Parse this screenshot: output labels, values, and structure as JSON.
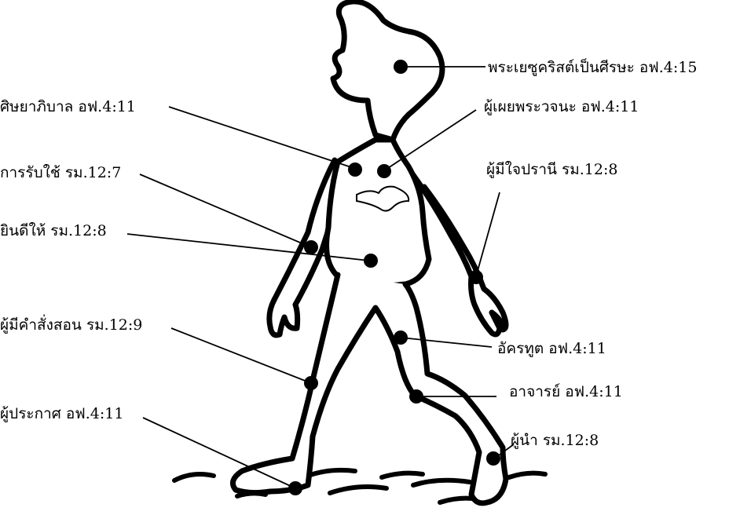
{
  "figure": {
    "labels": [
      {
        "id": "head",
        "text": "พระเยซูคริสต์เป็นศีรษะ อฟ.4:15"
      },
      {
        "id": "pastor",
        "text": "ศิษยาภิบาล อฟ.4:11"
      },
      {
        "id": "prophet",
        "text": "ผู้เผยพระวจนะ อฟ.4:11"
      },
      {
        "id": "serving",
        "text": "การรับใช้ รม.12:7"
      },
      {
        "id": "mercy",
        "text": "ผู้มีใจปรานี รม.12:8"
      },
      {
        "id": "giving",
        "text": "ยินดีให้ รม.12:8"
      },
      {
        "id": "teaching",
        "text": "ผู้มีคำสั่งสอน รม.12:9"
      },
      {
        "id": "apostle",
        "text": "อัครทูต อฟ.4:11"
      },
      {
        "id": "teacher",
        "text": "อาจารย์ อฟ.4:11"
      },
      {
        "id": "evangelist",
        "text": "ผู้ประกาศ อฟ.4:11"
      },
      {
        "id": "leader",
        "text": "ผู้นำ รม.12:8"
      }
    ]
  }
}
